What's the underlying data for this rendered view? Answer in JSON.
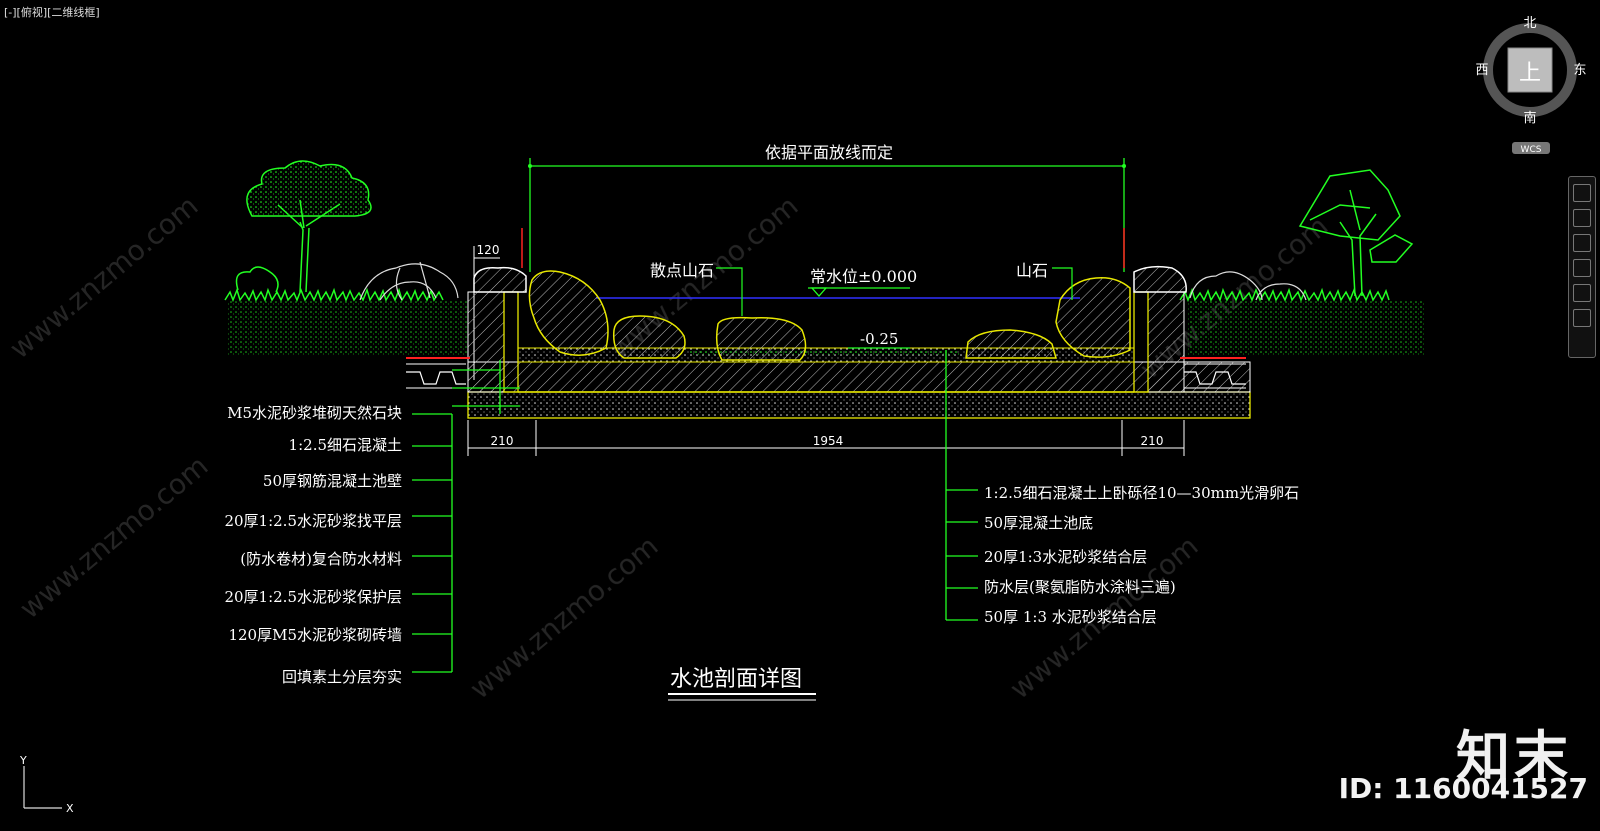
{
  "viewport": {
    "label": "[-][俯视][二维线框]"
  },
  "view_cube": {
    "north": "北",
    "south": "南",
    "east": "东",
    "west": "西",
    "top": "上",
    "wcs": "WCS"
  },
  "drawing": {
    "title": "水池剖面详图",
    "top_dimension": "依据平面放线而定",
    "wall_dim": "120",
    "annotations": {
      "scattered_rocks": "散点山石",
      "normal_water_level": "常水位±0.000",
      "rockery": "山石",
      "bottom_level": "-0.25"
    },
    "bottom_dims": [
      "210",
      "1954",
      "210"
    ],
    "left_labels": [
      "M5水泥砂浆堆砌天然石块",
      "1:2.5细石混凝土",
      "50厚钢筋混凝土池壁",
      "20厚1:2.5水泥砂浆找平层",
      "(防水卷材)复合防水材料",
      "20厚1:2.5水泥砂浆保护层",
      "120厚M5水泥砂浆砌砖墙",
      "回填素土分层夯实"
    ],
    "right_labels": [
      "1:2.5细石混凝土上卧砾径10—30mm光滑卵石",
      "50厚混凝土池底",
      "20厚1:3水泥砂浆结合层",
      "防水层(聚氨脂防水涂料三遍)",
      "50厚 1:3 水泥砂浆结合层"
    ]
  },
  "ucs": {
    "x": "X",
    "y": "Y"
  },
  "watermark": {
    "brand": "知末",
    "id": "ID: 1160041527",
    "site": "www.znzmo.com"
  },
  "colors": {
    "green": "#22ff22",
    "yellow": "#e8e800",
    "red": "#ff2020",
    "blue": "#3030ff",
    "white": "#ffffff"
  }
}
